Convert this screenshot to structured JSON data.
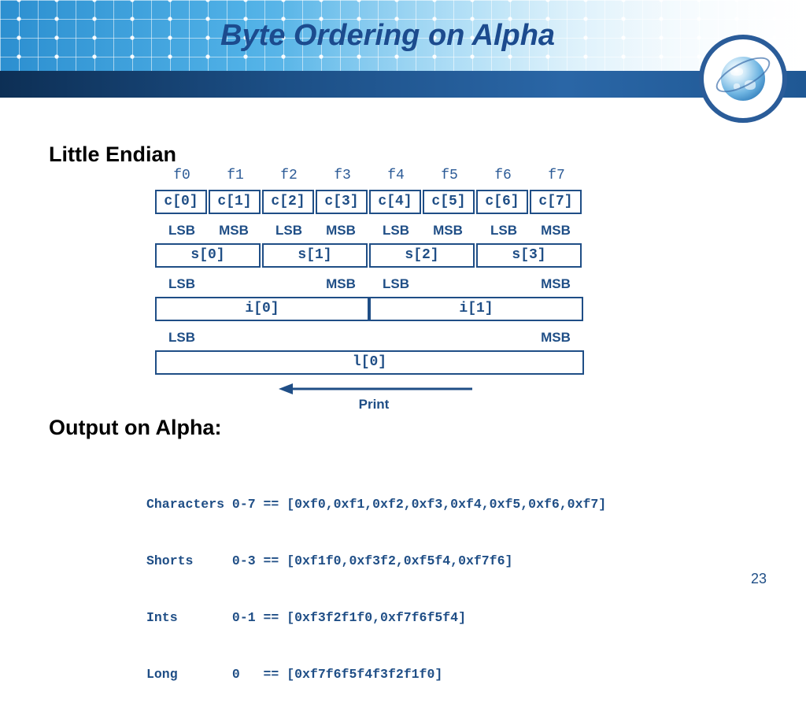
{
  "slide": {
    "title": "Byte Ordering on Alpha",
    "page_number": "23"
  },
  "diagram": {
    "heading": "Little Endian",
    "byte_labels": [
      "f0",
      "f1",
      "f2",
      "f3",
      "f4",
      "f5",
      "f6",
      "f7"
    ],
    "chars": [
      "c[0]",
      "c[1]",
      "c[2]",
      "c[3]",
      "c[4]",
      "c[5]",
      "c[6]",
      "c[7]"
    ],
    "shorts": [
      "s[0]",
      "s[1]",
      "s[2]",
      "s[3]"
    ],
    "ints": [
      "i[0]",
      "i[1]"
    ],
    "longs": [
      "l[0]"
    ],
    "lsb": "LSB",
    "msb": "MSB",
    "print_label": "Print"
  },
  "output": {
    "heading": "Output on Alpha:",
    "lines": [
      "Characters 0-7 == [0xf0,0xf1,0xf2,0xf3,0xf4,0xf5,0xf6,0xf7]",
      "Shorts     0-3 == [0xf1f0,0xf3f2,0xf5f4,0xf7f6]",
      "Ints       0-1 == [0xf3f2f1f0,0xf7f6f5f4]",
      "Long       0   == [0xf7f6f5f4f3f2f1f0]"
    ]
  },
  "colors": {
    "accent": "#1f4e86",
    "title": "#1c4b8e",
    "band": "#1c4f86"
  },
  "icons": [
    "globe-icon",
    "left-arrow-icon"
  ]
}
